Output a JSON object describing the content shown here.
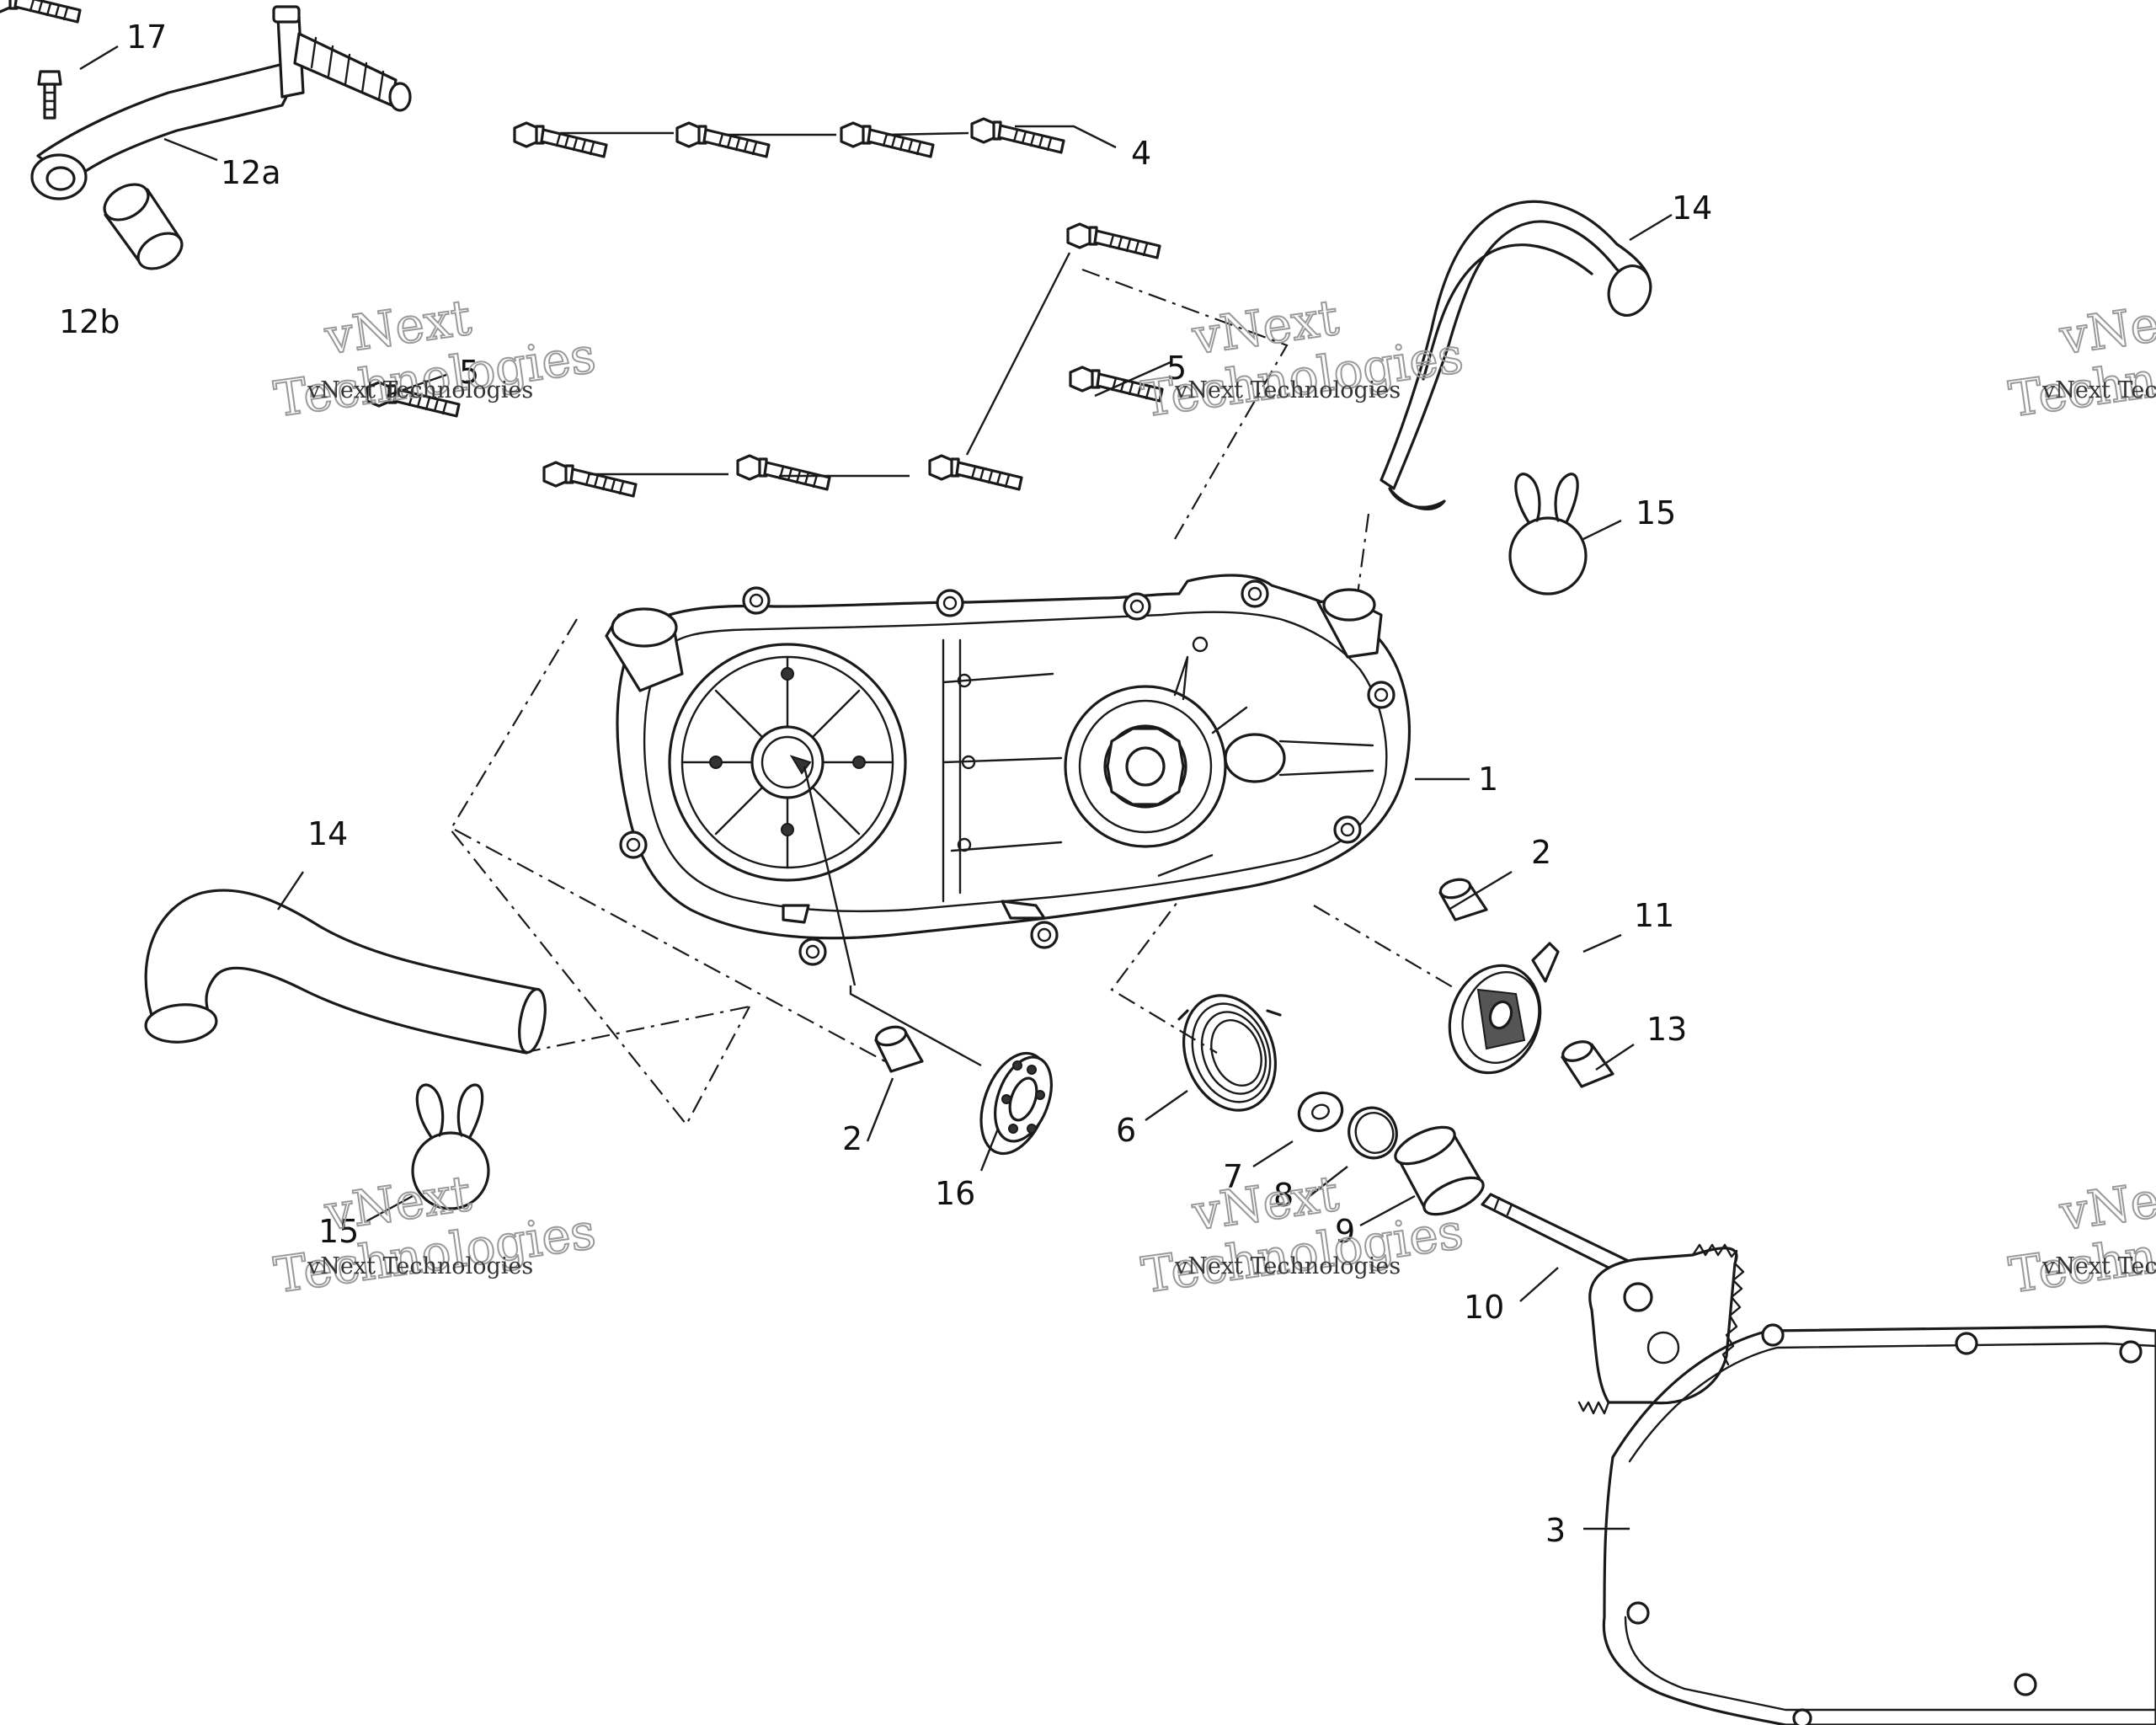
{
  "callouts": {
    "c1": "1",
    "c2a": "2",
    "c2b": "2",
    "c3": "3",
    "c4": "4",
    "c5a": "5",
    "c5b": "5",
    "c6": "6",
    "c7": "7",
    "c8": "8",
    "c9": "9",
    "c10": "10",
    "c11": "11",
    "c12a": "12a",
    "c12b": "12b",
    "c13": "13",
    "c14a": "14",
    "c14b": "14",
    "c15a": "15",
    "c15b": "15",
    "c16": "16",
    "c17": "17"
  },
  "watermark": {
    "brand_line1": "vNext",
    "brand_line2": "Technologies",
    "small_text": "vNext Technologies"
  }
}
